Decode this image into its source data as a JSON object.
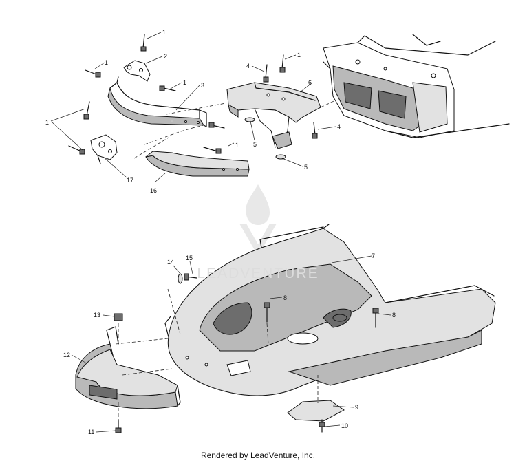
{
  "footer": {
    "text": "Rendered by LeadVenture, Inc."
  },
  "watermark": {
    "text": "LEADVENTURE"
  },
  "callouts": [
    {
      "id": "c1a",
      "label": "1"
    },
    {
      "id": "c2",
      "label": "2"
    },
    {
      "id": "c1b",
      "label": "1"
    },
    {
      "id": "c1c",
      "label": "1"
    },
    {
      "id": "c3",
      "label": "3"
    },
    {
      "id": "c1d",
      "label": "1"
    },
    {
      "id": "c17",
      "label": "17"
    },
    {
      "id": "c16",
      "label": "16"
    },
    {
      "id": "c1e",
      "label": "1"
    },
    {
      "id": "c4a",
      "label": "4"
    },
    {
      "id": "c1f",
      "label": "1"
    },
    {
      "id": "c6",
      "label": "6"
    },
    {
      "id": "c5a",
      "label": "5"
    },
    {
      "id": "c4b",
      "label": "4"
    },
    {
      "id": "c5b",
      "label": "5"
    },
    {
      "id": "c7",
      "label": "7"
    },
    {
      "id": "c14",
      "label": "14"
    },
    {
      "id": "c15",
      "label": "15"
    },
    {
      "id": "c8a",
      "label": "8"
    },
    {
      "id": "c8b",
      "label": "8"
    },
    {
      "id": "c13",
      "label": "13"
    },
    {
      "id": "c12",
      "label": "12"
    },
    {
      "id": "c9",
      "label": "9"
    },
    {
      "id": "c11",
      "label": "11"
    },
    {
      "id": "c10",
      "label": "10"
    }
  ]
}
